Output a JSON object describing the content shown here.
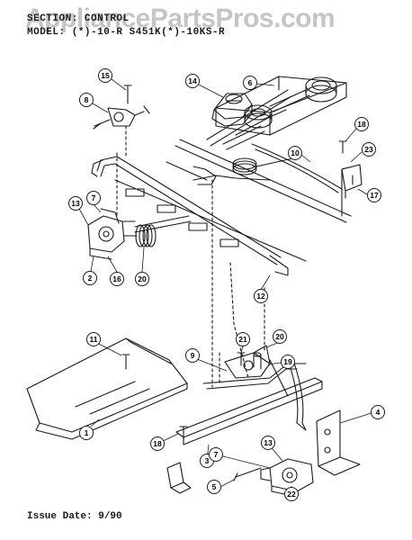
{
  "header": {
    "section": "SECTION: CONTROL",
    "model": "MODEL: (*)-10-R  S451K(*)-10KS-R"
  },
  "watermark": "AppliancePartsPros.com",
  "footer": {
    "issue_date": "Issue Date: 9/90"
  },
  "callouts": [
    {
      "key": "c15",
      "label": "15"
    },
    {
      "key": "c8",
      "label": "8"
    },
    {
      "key": "c14",
      "label": "14"
    },
    {
      "key": "c6",
      "label": "6"
    },
    {
      "key": "c18a",
      "label": "18"
    },
    {
      "key": "c23",
      "label": "23"
    },
    {
      "key": "c10",
      "label": "10"
    },
    {
      "key": "c17",
      "label": "17"
    },
    {
      "key": "c7a",
      "label": "7"
    },
    {
      "key": "c13a",
      "label": "13"
    },
    {
      "key": "c2",
      "label": "2"
    },
    {
      "key": "c16",
      "label": "16"
    },
    {
      "key": "c20a",
      "label": "20"
    },
    {
      "key": "c12",
      "label": "12"
    },
    {
      "key": "c11",
      "label": "11"
    },
    {
      "key": "c1",
      "label": "1"
    },
    {
      "key": "c9",
      "label": "9"
    },
    {
      "key": "c21",
      "label": "21"
    },
    {
      "key": "c20b",
      "label": "20"
    },
    {
      "key": "c19",
      "label": "19"
    },
    {
      "key": "c4",
      "label": "4"
    },
    {
      "key": "c18b",
      "label": "18"
    },
    {
      "key": "c3",
      "label": "3"
    },
    {
      "key": "c7b",
      "label": "7"
    },
    {
      "key": "c13b",
      "label": "13"
    },
    {
      "key": "c5",
      "label": "5"
    },
    {
      "key": "c22",
      "label": "22"
    }
  ]
}
